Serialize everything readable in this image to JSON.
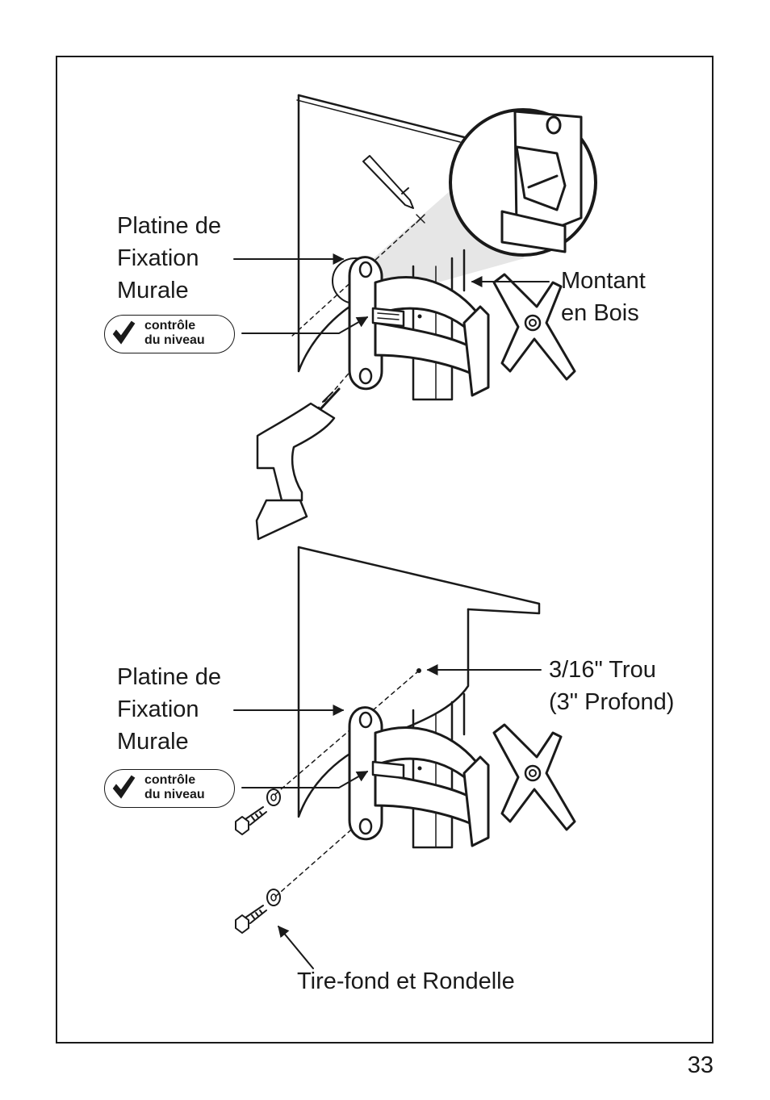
{
  "labels": {
    "top_bracket": [
      "Platine de",
      "Fixation",
      "Murale"
    ],
    "stud": [
      "Montant",
      "en Bois"
    ],
    "bottom_bracket": [
      "Platine de",
      "Fixation",
      "Murale"
    ],
    "hole": [
      "3/16\" Trou",
      "(3\" Profond)"
    ],
    "lag_bolt": "Tire-fond et Rondelle"
  },
  "level_badge": [
    "contrôle",
    "du niveau"
  ],
  "page_number": "33",
  "icons": [
    "checkmark-icon",
    "pencil-icon",
    "drill-icon",
    "lag-bolt-icon",
    "washer-icon",
    "wall-bracket-icon"
  ]
}
